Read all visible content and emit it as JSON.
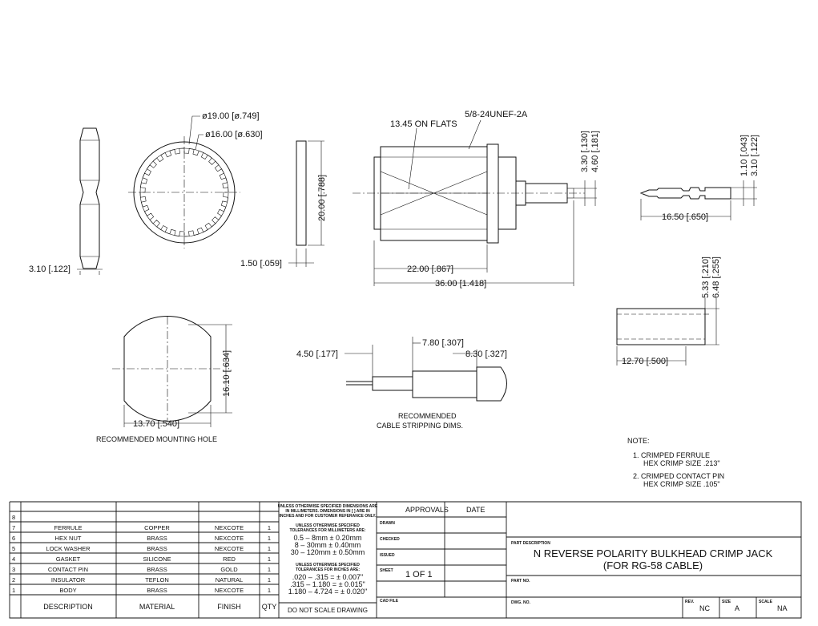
{
  "views": {
    "hex_nut": {
      "thickness": "3.10 [.122]"
    },
    "lock_washer": {
      "outer_dia": "ø19.00 [ø.749]",
      "inner_dia": "ø16.00 [ø.630]"
    },
    "gasket": {
      "height": "20.00 [.788]",
      "thickness": "1.50 [.059]"
    },
    "body": {
      "flats": "13.45 ON FLATS",
      "thread": "5/8-24UNEF-2A",
      "dia_small": "3.30 [.130]",
      "dia_large": "4.60 [.181]",
      "len_body": "22.00 [.867]",
      "len_total": "36.00 [1.418]"
    },
    "contact_pin": {
      "dia_small": "1.10 [.043]",
      "dia_large": "3.10 [.122]",
      "length": "16.50 [.650]"
    },
    "ferrule": {
      "id": "5.33 [.210]",
      "od": "6.48 [.255]",
      "length": "12.70 [.500]"
    },
    "mounting_hole": {
      "height": "16.10 [.634]",
      "width": "13.70 [.540]",
      "caption": "RECOMMENDED MOUNTING HOLE"
    },
    "cable_strip": {
      "dim1": "4.50 [.177]",
      "dim2": "7.80 [.307]",
      "dim3": "8.30 [.327]",
      "caption1": "RECOMMENDED",
      "caption2": "CABLE STRIPPING DIMS."
    }
  },
  "notes": {
    "title": "NOTE:",
    "items": [
      "1. CRIMPED FERRULE",
      "HEX CRIMP SIZE .213\"",
      "2. CRIMPED CONTACT PIN",
      "HEX CRIMP SIZE .105\""
    ]
  },
  "bom": {
    "rows": [
      {
        "no": "8",
        "description": "",
        "material": "",
        "finish": "",
        "qty": ""
      },
      {
        "no": "7",
        "description": "FERRULE",
        "material": "COPPER",
        "finish": "NEXCOTE",
        "qty": "1"
      },
      {
        "no": "6",
        "description": "HEX NUT",
        "material": "BRASS",
        "finish": "NEXCOTE",
        "qty": "1"
      },
      {
        "no": "5",
        "description": "LOCK WASHER",
        "material": "BRASS",
        "finish": "NEXCOTE",
        "qty": "1"
      },
      {
        "no": "4",
        "description": "GASKET",
        "material": "SILICONE",
        "finish": "RED",
        "qty": "1"
      },
      {
        "no": "3",
        "description": "CONTACT PIN",
        "material": "BRASS",
        "finish": "GOLD",
        "qty": "1"
      },
      {
        "no": "2",
        "description": "INSULATOR",
        "material": "TEFLON",
        "finish": "NATURAL",
        "qty": "1"
      },
      {
        "no": "1",
        "description": "BODY",
        "material": "BRASS",
        "finish": "NEXCOTE",
        "qty": "1"
      }
    ],
    "headers": {
      "description": "DESCRIPTION",
      "material": "MATERIAL",
      "finish": "FINISH",
      "qty": "QTY"
    }
  },
  "tolerances": {
    "units_note": [
      "UNLESS OTHERWISE SPECIFIED DIMENSIONS ARE",
      "IN MILLIMETERS. DIMENSIONS IN [ ] ARE IN",
      "INCHES AND FOR CUSTOMER REFERANCE ONLY."
    ],
    "mm_title": [
      "UNLESS OTHERWISE SPECIFIED",
      "TOLERANCES FOR MILLIMETERS ARE:"
    ],
    "mm": [
      "0.5 – 8mm ± 0.20mm",
      "8 – 30mm ± 0.40mm",
      "30 – 120mm ± 0.50mm"
    ],
    "in_title": [
      "UNLESS OTHERWISE SPECIFIED",
      "TOLERANCES FOR INCHES ARE:"
    ],
    "in": [
      ".020 – .315 = ± 0.007\"",
      ".315 – 1.180 = ± 0.015\"",
      "1.180 – 4.724 = ± 0.020\""
    ],
    "do_not_scale": "DO NOT SCALE DRAWING"
  },
  "approvals": {
    "title": "APPROVALS",
    "date": "DATE",
    "drawn": "DRAWN",
    "checked": "CHECKED",
    "issued": "ISSUED",
    "sheet_label": "SHEET",
    "sheet": "1 OF 1",
    "cad_file": "CAD FILE"
  },
  "title_block": {
    "part_description_label": "PART DESCRIPTION",
    "part_description": [
      "N REVERSE POLARITY BULKHEAD CRIMP JACK",
      "(FOR RG-58 CABLE)"
    ],
    "part_no_label": "PART NO.",
    "dwg_no_label": "DWG. NO.",
    "rev_label": "REV.",
    "rev": "NC",
    "size_label": "SIZE",
    "size": "A",
    "scale_label": "SCALE",
    "scale": "NA"
  }
}
